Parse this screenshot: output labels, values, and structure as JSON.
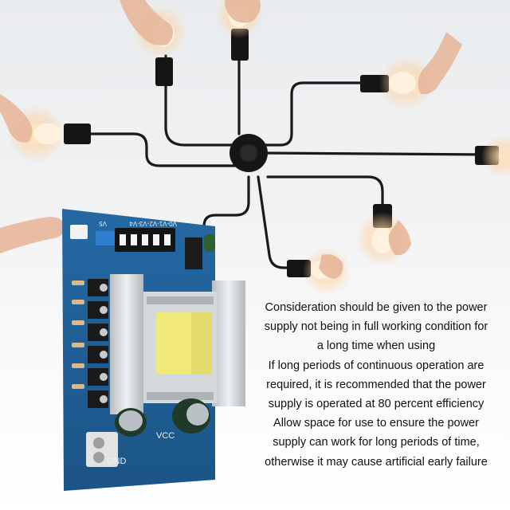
{
  "colors": {
    "board": "#1e5d95",
    "heatsink": "#cfd3d6",
    "transformer_tape": "#f0ea78",
    "fixture": "#1a1a1a",
    "bulb_glow": "#ffd9a8"
  },
  "board_labels": {
    "header": "V0-V1-V2-V3-V4",
    "v5": "V5",
    "vcc": "VCC",
    "gnd": "GND"
  },
  "caption": {
    "lines": [
      "Consideration should be given to the power",
      "supply not being in full working condition for",
      "a long time when using",
      "If long periods of continuous operation are",
      "required, it is recommended that the power",
      "supply is operated at 80 percent efficiency",
      "Allow space for use to ensure the power",
      "supply can work for long periods of time,",
      "otherwise it may cause artificial early failure"
    ]
  }
}
